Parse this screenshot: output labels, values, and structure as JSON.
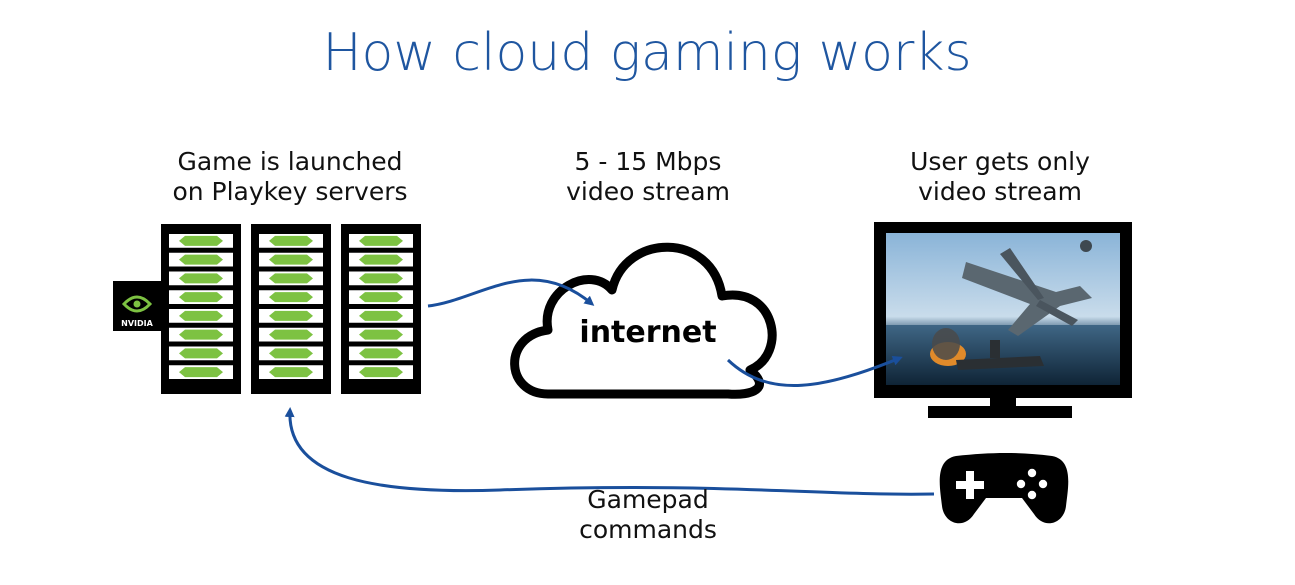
{
  "title": "How cloud gaming works",
  "labels": {
    "servers_line1": "Game is launched",
    "servers_line2": "on Playkey servers",
    "stream_line1": "5 - 15 Mbps",
    "stream_line2": "video stream",
    "user_line1": "User gets only",
    "user_line2": "video stream",
    "cloud_label": "internet",
    "gamepad_line1": "Gamepad",
    "gamepad_line2": "commands",
    "nvidia_badge": "NVIDIA"
  },
  "colors": {
    "title": "#1f56a0",
    "arrow": "#1a4f9c",
    "server_led": "#7dc242",
    "ink": "#000000"
  },
  "icons": {
    "servers": "server-rack-icon",
    "cloud": "cloud-icon",
    "monitor": "monitor-icon",
    "gamepad": "gamepad-icon",
    "nvidia": "nvidia-logo"
  }
}
